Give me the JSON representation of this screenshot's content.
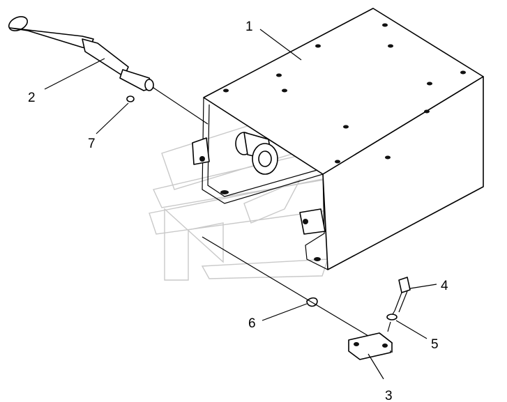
{
  "callouts": [
    {
      "id": "1",
      "label": "1"
    },
    {
      "id": "2",
      "label": "2"
    },
    {
      "id": "3",
      "label": "3"
    },
    {
      "id": "4",
      "label": "4"
    },
    {
      "id": "5",
      "label": "5"
    },
    {
      "id": "6",
      "label": "6"
    },
    {
      "id": "7",
      "label": "7"
    }
  ],
  "colors": {
    "line": "#000000",
    "watermark": "#c9c9c9",
    "background": "#ffffff"
  }
}
